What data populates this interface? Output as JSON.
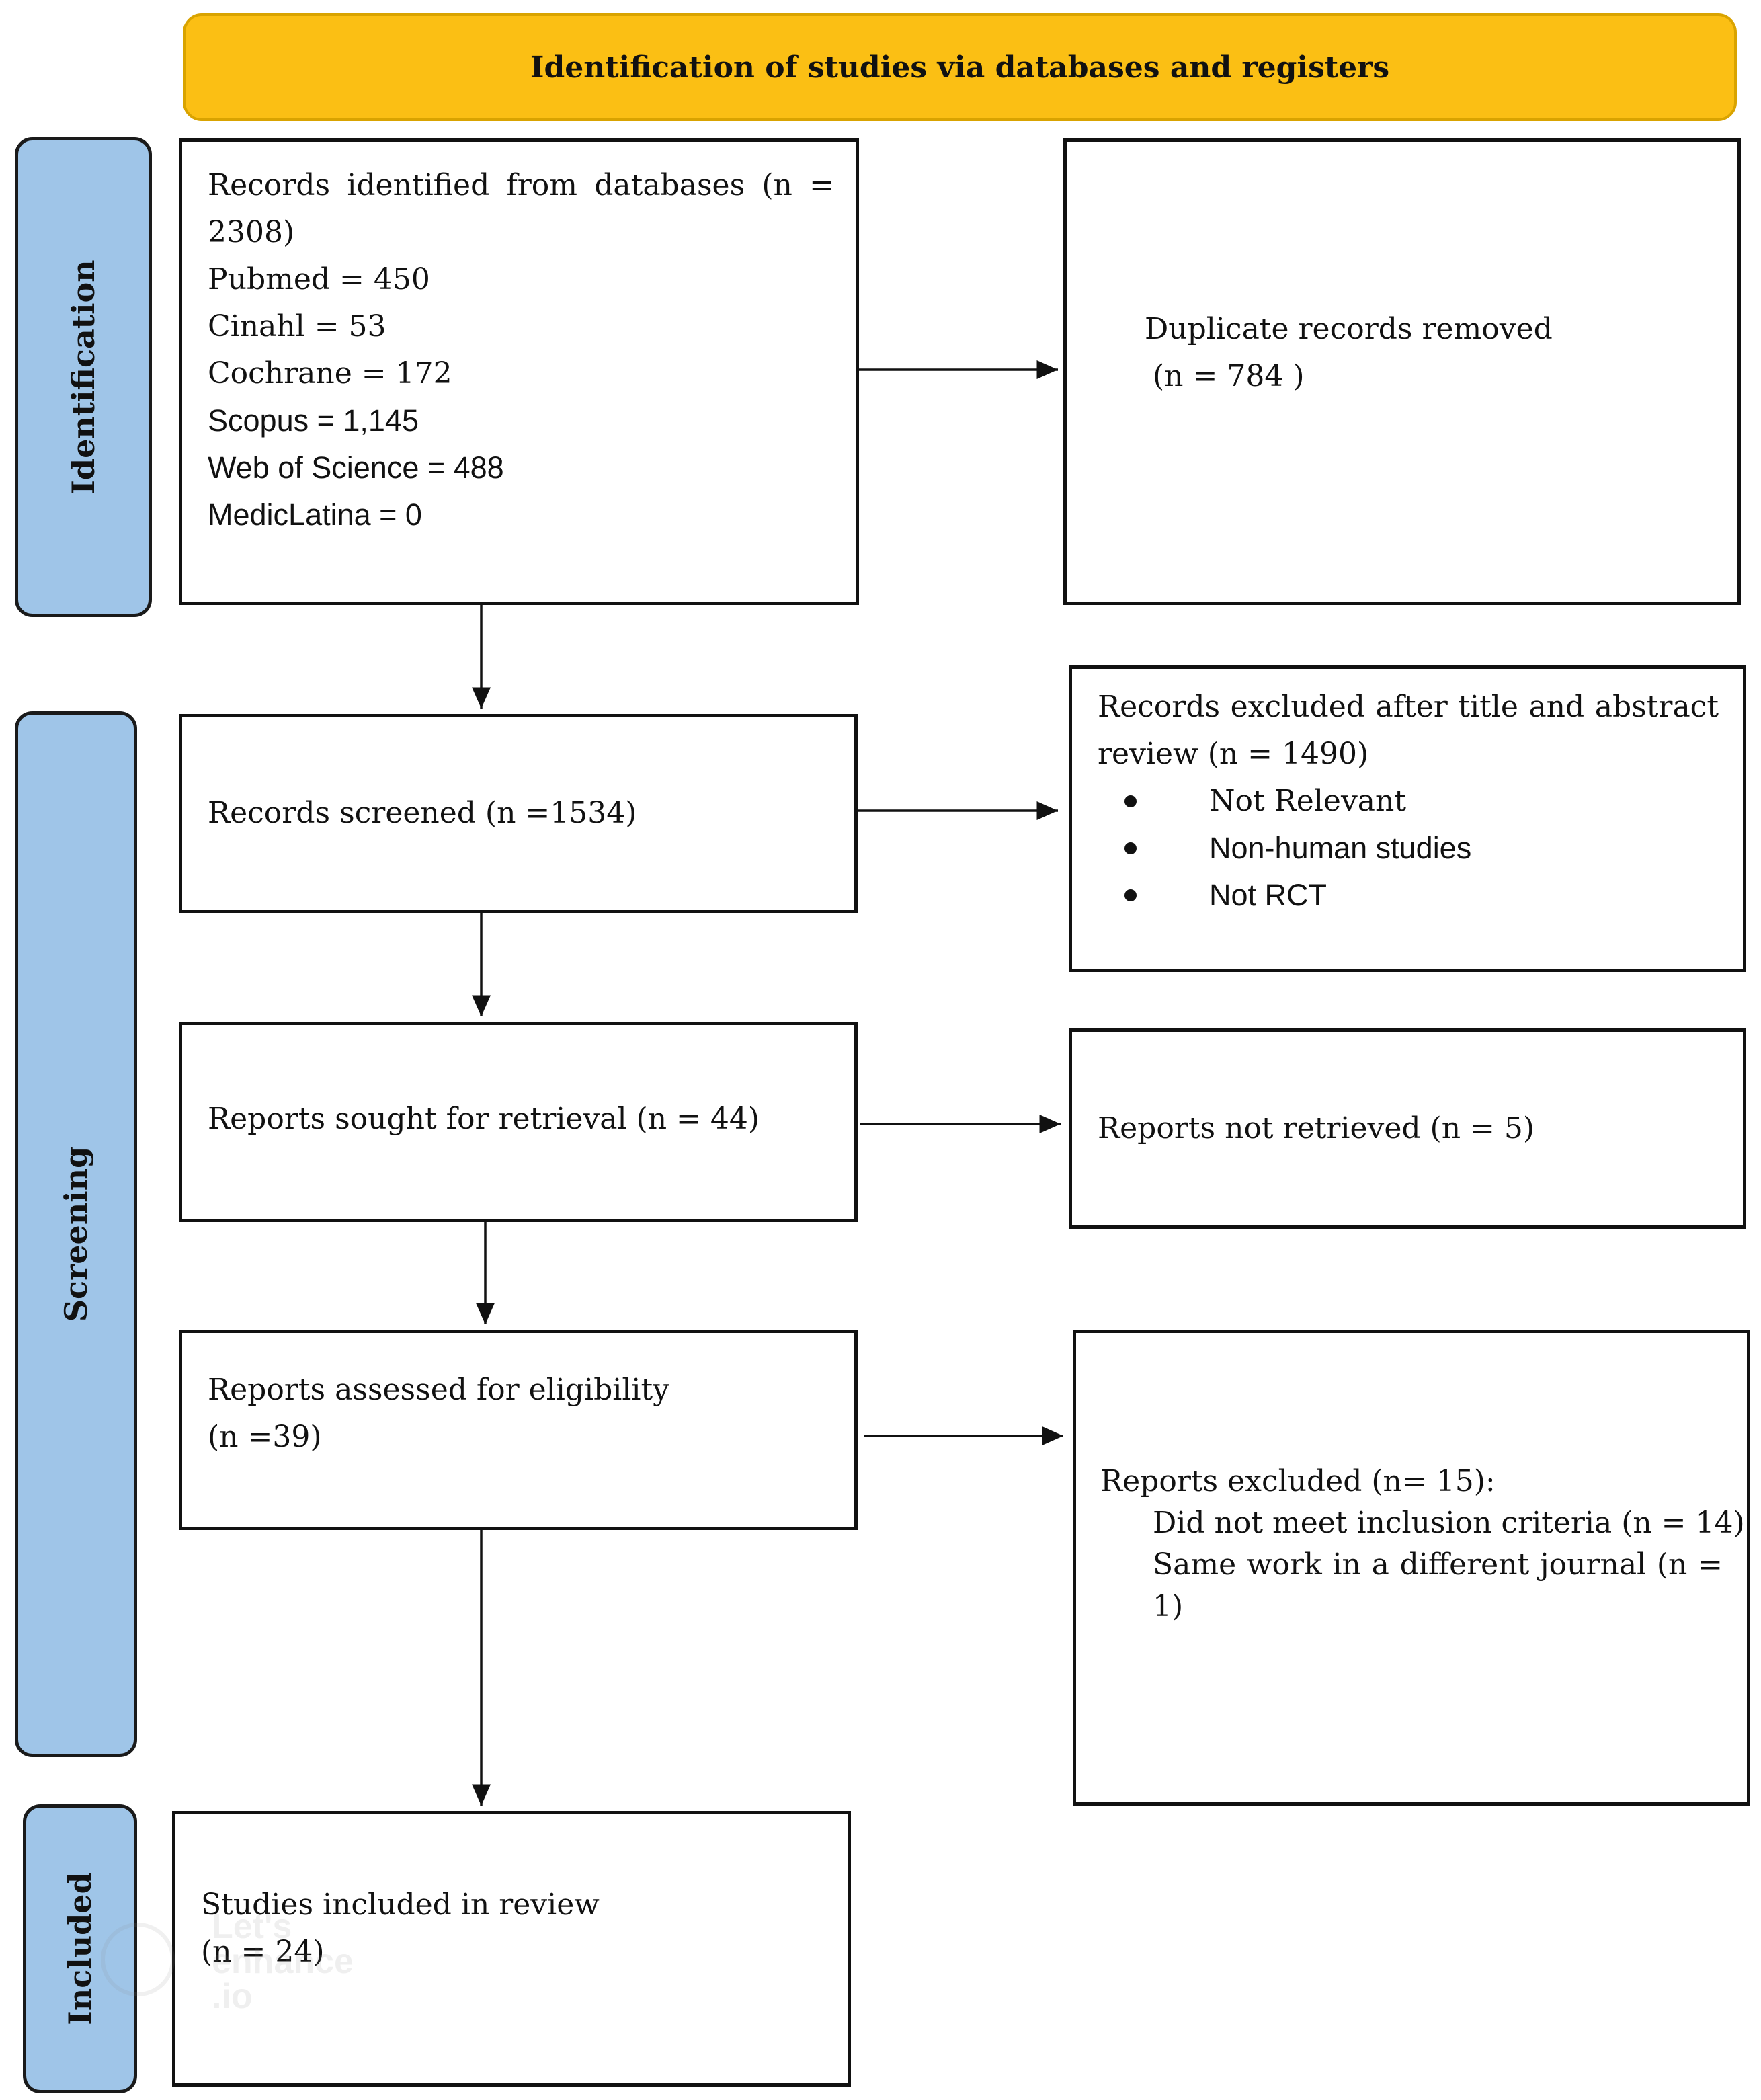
{
  "header": {
    "title": "Identification of studies via databases and registers"
  },
  "phases": {
    "identification": "Identification",
    "screening": "Screening",
    "included": "Included"
  },
  "identification_box": {
    "line1": "Records identified from databases (n =",
    "line2": "2308)",
    "pubmed": "Pubmed = 450",
    "cinahl": "Cinahl = 53",
    "cochrane": "Cochrane = 172",
    "scopus": "Scopus = 1,145",
    "wos": "Web of Science = 488",
    "mediclatina": "MedicLatina = 0"
  },
  "duplicates_box": {
    "line1": "Duplicate records removed",
    "line2": "(n = 784 )"
  },
  "screened_box": {
    "text": "Records screened (n =1534)"
  },
  "excluded_title_box": {
    "line1": "Records excluded after title and abstract",
    "line2": "review (n = 1490)",
    "bullets": [
      "Not Relevant",
      "Non-human studies",
      "Not RCT"
    ]
  },
  "sought_box": {
    "text": "Reports sought for retrieval (n = 44)"
  },
  "not_retrieved_box": {
    "text": "Reports not retrieved (n = 5)"
  },
  "assessed_box": {
    "line1": "Reports assessed for eligibility",
    "line2": "(n =39)"
  },
  "reports_excluded_box": {
    "line1": "Reports excluded (n= 15):",
    "line2": "Did not meet inclusion criteria (n = 14)",
    "line3": "Same work in a different journal (n =",
    "line4": "1)"
  },
  "included_box": {
    "line1": "Studies included in review",
    "line2": "(n = 24)"
  },
  "watermark": {
    "line1": "Let's",
    "line2": "enhance",
    "line3": ".io"
  }
}
